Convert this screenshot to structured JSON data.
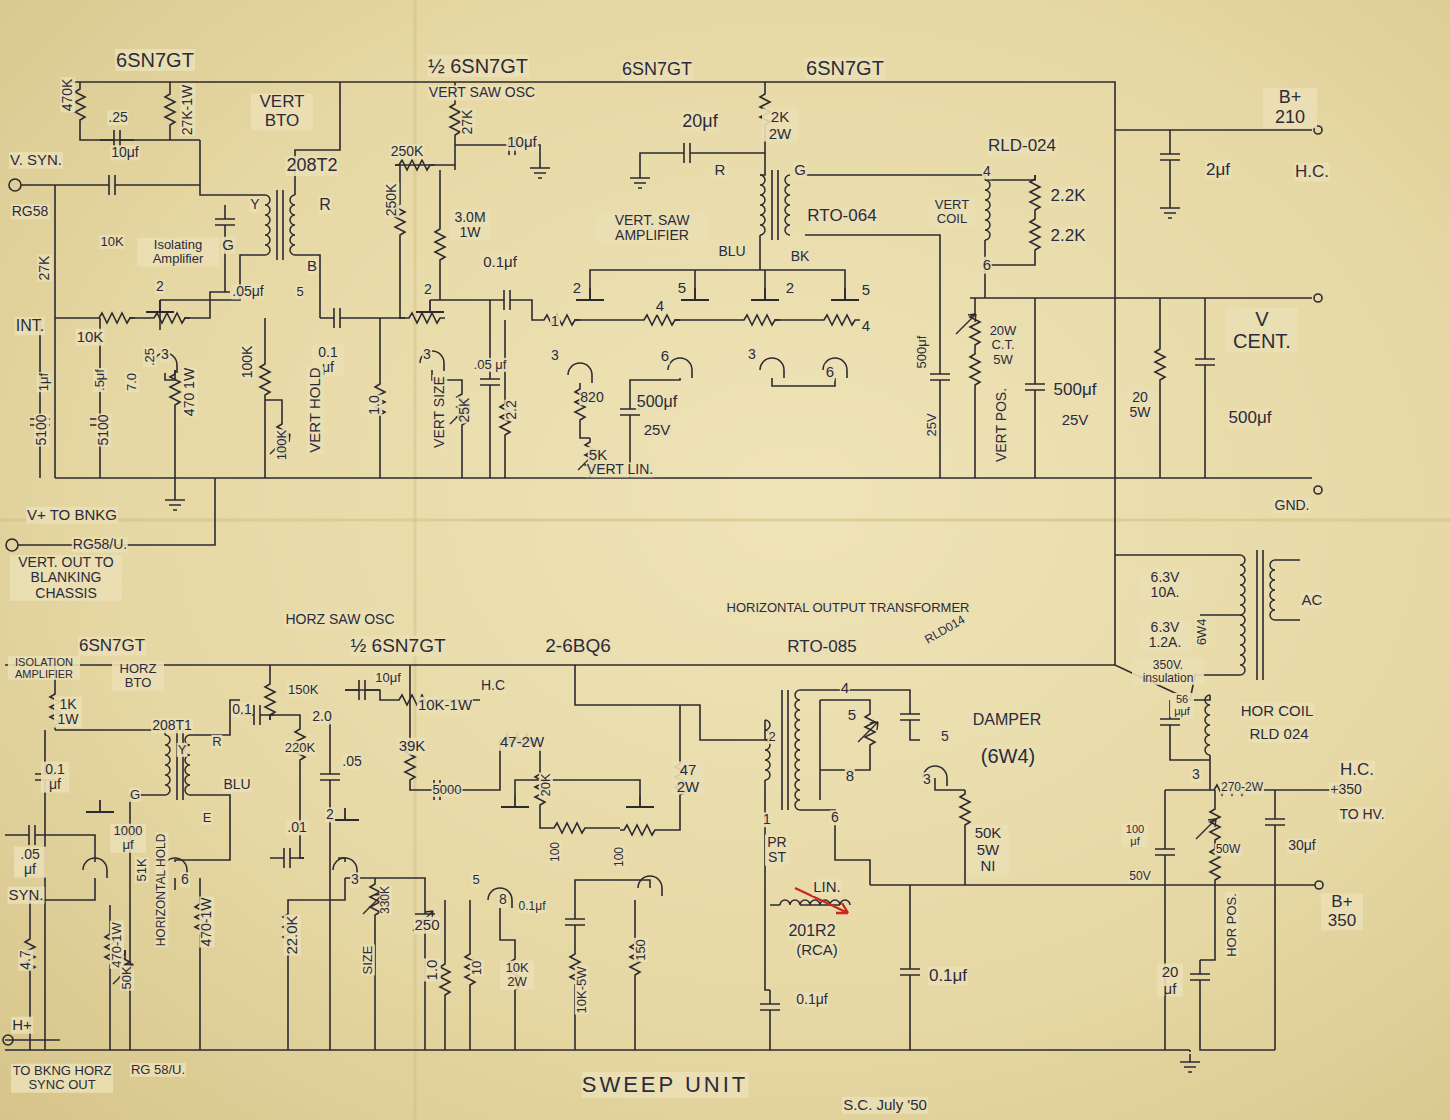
{
  "diagram": {
    "caption": "SWEEP UNIT",
    "labels": [
      "6SN7GT",
      "470K",
      ".25",
      "27K-1W",
      "VERT BTO",
      "208T2",
      "V. SYN.",
      "RG58",
      "10μf",
      "Y",
      "R",
      "G",
      "B",
      "Isolating Amplifier",
      "10K",
      "27K",
      "2",
      ".05μf",
      "5",
      "INT.",
      "10K",
      ".25",
      "3",
      "1μf",
      ".5μf",
      "7.0",
      "470 1W",
      "5100",
      "5100",
      "100K",
      "0.1 μf",
      "VERT HOLD",
      "100K",
      "½ 6SN7GT",
      "VERT SAW OSC",
      "6SN7GT",
      "6SN7GT",
      "27K",
      "10μf",
      "250K",
      "250K",
      "3.0M 1W",
      "0.1μf",
      "2",
      "1.0",
      "3",
      "VERT SIZE",
      "25K",
      ".05 μf",
      "2.2",
      "20μf",
      "2K 2W",
      "R",
      "G",
      "VERT. SAW AMPLIFIER",
      "BLU",
      "BK",
      "RTO-064",
      "RLD-024",
      "4",
      "VERT COIL",
      "6",
      "2.2K",
      "2.2K",
      "2",
      "5",
      "2",
      "5",
      "1",
      "4",
      "4",
      "3",
      "6",
      "3",
      "6",
      "820",
      "500μf",
      "25V",
      "5K",
      "VERT LIN.",
      "500μf",
      "25V",
      "20W C.T. 5W",
      "VERT POS.",
      "500μf",
      "25V",
      "20 5W",
      "500μf",
      "B+ 210",
      "2μf",
      "H.C.",
      "V CENT.",
      "GND.",
      "V+ TO BNKG",
      "RG58/U.",
      "VERT. OUT TO BLANKING CHASSIS",
      "6.3V 10A.",
      "AC",
      "6.3V 1.2A.",
      "6W4",
      "350V. insulation",
      "ISOLATION AMPLIFIER",
      "6SN7GT",
      "HORZ BTO",
      "HORZ SAW OSC",
      "½ 6SN7GT",
      "2-6BQ6",
      "HORIZONTAL OUTPUT TRANSFORMER",
      "RTO-085",
      "RLD014",
      "1K 1W",
      "208T1",
      "R",
      "0.1 μf",
      "Y",
      "G",
      "BLU",
      "E",
      "150K",
      "0.1",
      "2.0",
      "220K",
      "10μf",
      "10K-1W",
      "H.C",
      ".05",
      "39K",
      "5000",
      "47-2W",
      "20K",
      "47 2W",
      "1000 μf",
      "51K",
      "HORIZONTAL HOLD",
      ".01",
      "2",
      "3",
      "6",
      "8",
      "5",
      ".05 μf",
      "SYN.",
      "4.7",
      "470-1W",
      "50K",
      "470-1W",
      "22.0K",
      "330K",
      "SIZE",
      "250",
      "1.0",
      "10",
      "0.1μf",
      "10K 2W",
      "10K-5W",
      "100",
      "100",
      "150",
      "2",
      "1",
      "PR ST",
      "4",
      "5",
      "8",
      "6",
      "5",
      "3",
      "DAMPER",
      "(6W4)",
      "50K 5W NI",
      "LIN.",
      "201R2",
      "(RCA)",
      "0.1μf",
      "0.1μf",
      "HOR COIL",
      "RLD 024",
      "56 μμf",
      "H.C.",
      "+350",
      "TO HV.",
      "270-2W",
      "3",
      "100 μf",
      "50V",
      "50W",
      "30μf",
      "HOR POS.",
      "B+ 350",
      "20 μf",
      "H+",
      "TO BKNG HORZ SYNC OUT",
      "RG 58/U.",
      "S.C. July '50"
    ]
  }
}
